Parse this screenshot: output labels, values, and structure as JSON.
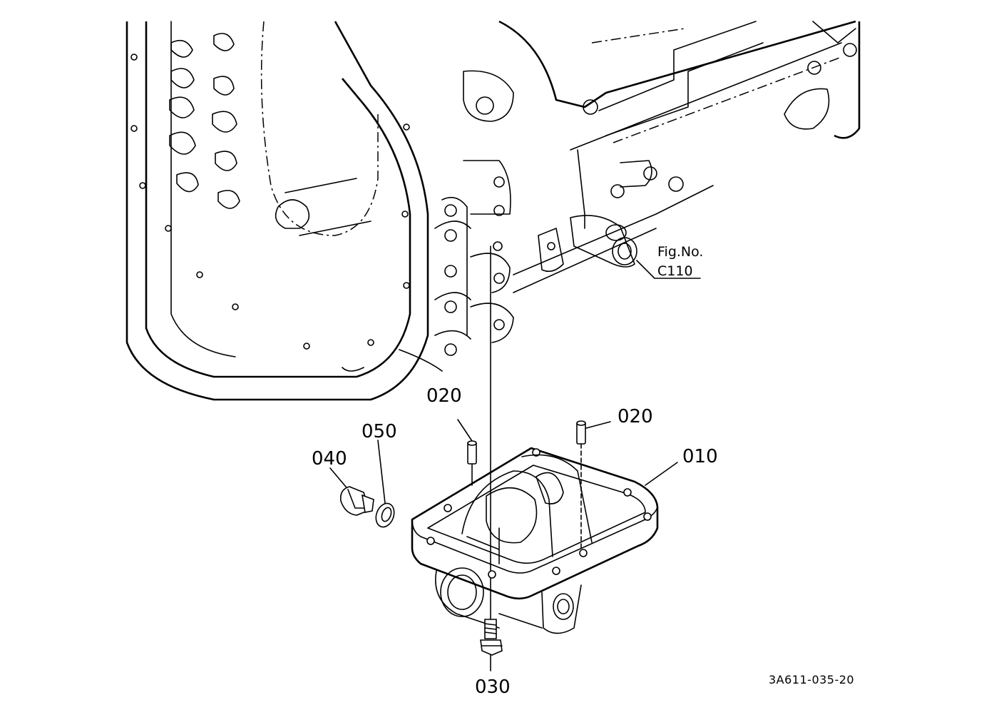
{
  "figure": {
    "drawing_code": "3A611-035-20",
    "reference": {
      "line1": "Fig.No.",
      "line2": "C110"
    }
  },
  "callouts": {
    "housing": "010",
    "pin_left": "020",
    "pin_right": "020",
    "bolt": "030",
    "plug": "040",
    "washer": "050"
  }
}
